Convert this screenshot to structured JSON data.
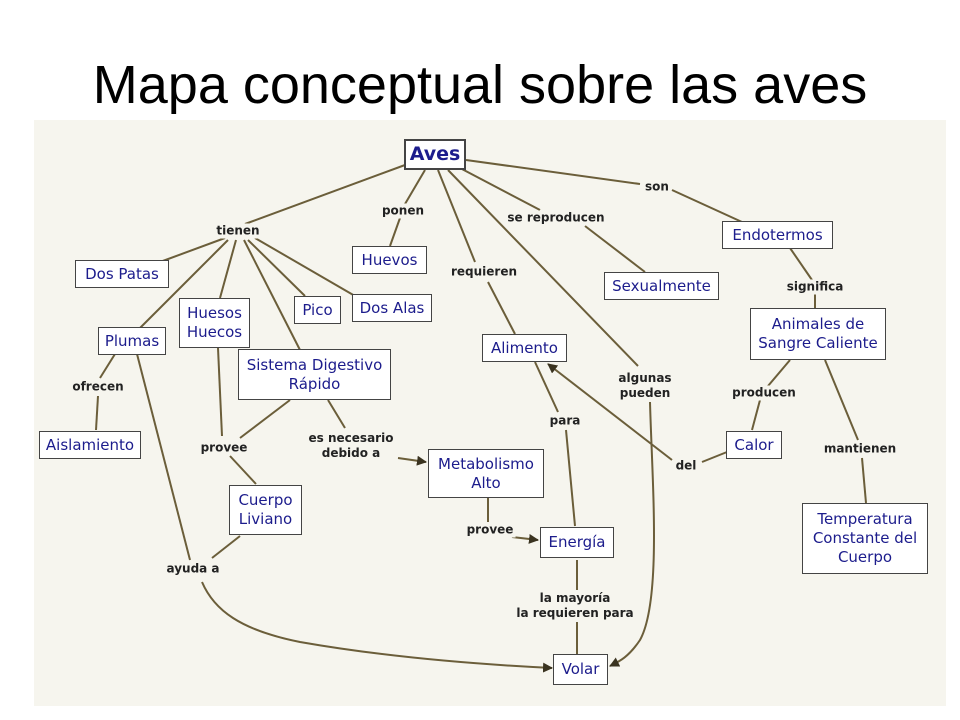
{
  "title": "Mapa conceptual sobre las aves",
  "colors": {
    "line": "#6b5e3a",
    "node_text": "#1c1c8c",
    "background": "#f6f5ee"
  },
  "nodes": {
    "aves": "Aves",
    "dos_patas": "Dos Patas",
    "huevos": "Huevos",
    "sexualmente": "Sexualmente",
    "endotermos": "Endotermos",
    "plumas": "Plumas",
    "huesos_huecos": "Huesos\nHuecos",
    "pico": "Pico",
    "dos_alas": "Dos Alas",
    "alimento": "Alimento",
    "animales_sangre": "Animales de\nSangre Caliente",
    "sistema_digestivo": "Sistema Digestivo\nRápido",
    "aislamiento": "Aislamiento",
    "calor": "Calor",
    "metabolismo": "Metabolismo\nAlto",
    "cuerpo_liviano": "Cuerpo\nLiviano",
    "temperatura": "Temperatura\nConstante del\nCuerpo",
    "energia": "Energía",
    "volar": "Volar"
  },
  "links": {
    "tienen": "tienen",
    "ponen": "ponen",
    "se_reproducen": "se reproducen",
    "son": "son",
    "requieren": "requieren",
    "significa": "significa",
    "ofrecen": "ofrecen",
    "algunas_pueden": "algunas\npueden",
    "producen": "producen",
    "para": "para",
    "provee_1": "provee",
    "es_necesario": "es necesario\ndebido a",
    "del": "del",
    "mantienen": "mantienen",
    "provee_2": "provee",
    "ayuda_a": "ayuda a",
    "mayoria": "la mayoría\nla requieren para"
  }
}
